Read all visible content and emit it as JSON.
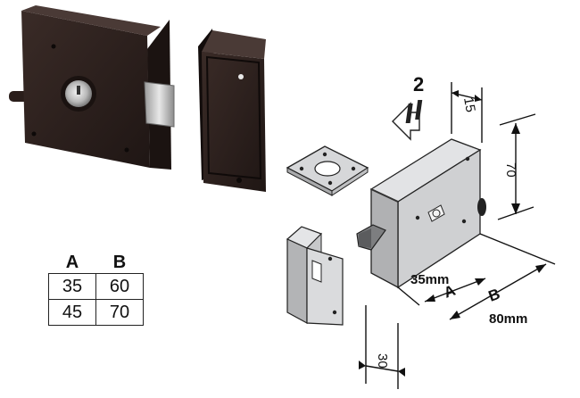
{
  "table": {
    "headers": [
      "A",
      "B"
    ],
    "rows": [
      [
        "35",
        "60"
      ],
      [
        "45",
        "70"
      ]
    ]
  },
  "dimensions": {
    "height": "70",
    "thickness": "15",
    "depth": "30",
    "backset": "35mm",
    "width": "80mm",
    "a": "A",
    "b": "B",
    "direction": "2"
  },
  "colors": {
    "lock_body_dark": "#2b1f1c",
    "lock_body_grey": "#d3d4d6",
    "outline": "#222222"
  }
}
